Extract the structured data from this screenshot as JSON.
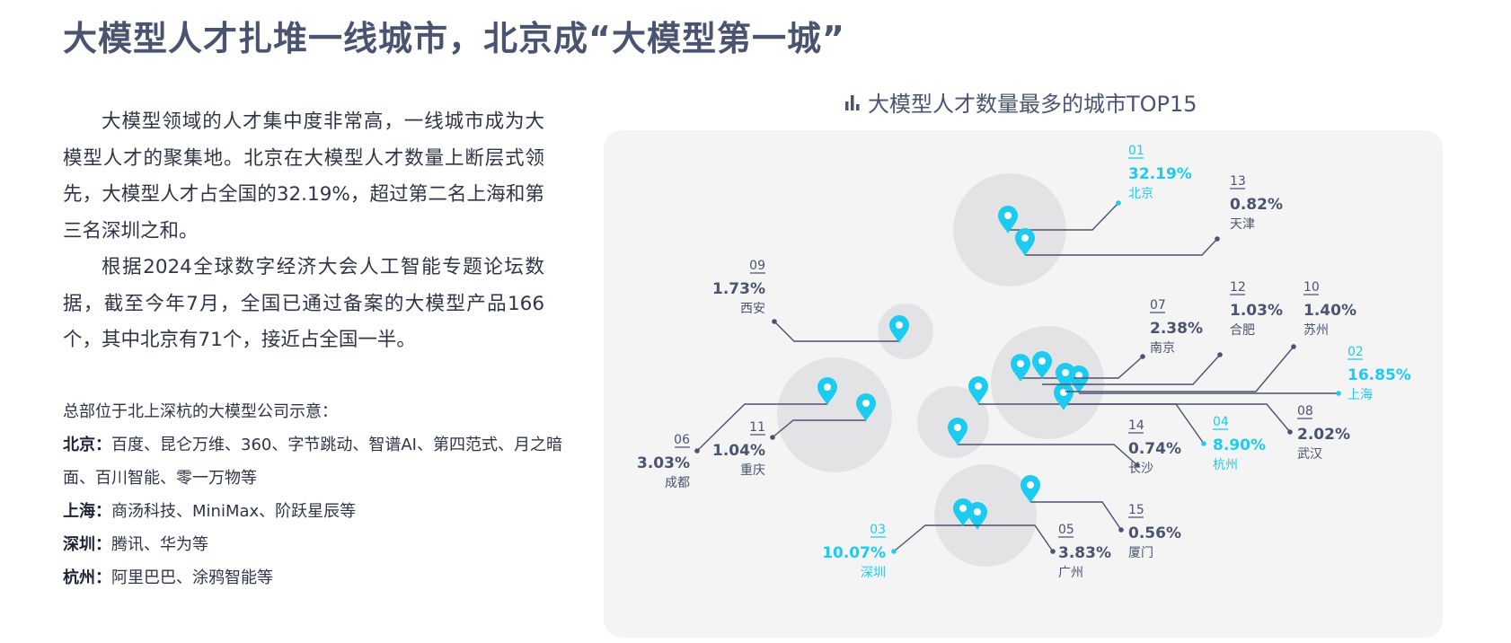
{
  "page": {
    "title": "大模型人才扎堆一线城市，北京成“大模型第一城”"
  },
  "intro": {
    "paragraph_1": "大模型领域的人才集中度非常高，一线城市成为大模型人才的聚集地。北京在大模型人才数量上断层式领先，大模型人才占全国的32.19%，超过第二名上海和第三名深圳之和。",
    "paragraph_2": "根据2024全球数字经济大会人工智能专题论坛数据，截至今年7月，全国已通过备案的大模型产品166个，其中北京有71个，接近占全国一半。"
  },
  "companies": {
    "heading": "总部位于北上深杭的大模型公司示意：",
    "rows": [
      {
        "city": "北京：",
        "list": "百度、昆仑万维、360、字节跳动、智谱AI、第四范式、月之暗面、百川智能、零一万物等"
      },
      {
        "city": "上海：",
        "list": "商汤科技、MiniMax、阶跃星辰等"
      },
      {
        "city": "深圳：",
        "list": "腾讯、华为等"
      },
      {
        "city": "杭州：",
        "list": "阿里巴巴、涂鸦智能等"
      }
    ]
  },
  "chart_data": {
    "type": "map",
    "title": "大模型人才数量最多的城市TOP15",
    "unit": "%",
    "entries": [
      {
        "rank": "01",
        "value": "32.19%",
        "city": "北京",
        "highlight": true
      },
      {
        "rank": "02",
        "value": "16.85%",
        "city": "上海",
        "highlight": true
      },
      {
        "rank": "03",
        "value": "10.07%",
        "city": "深圳",
        "highlight": true
      },
      {
        "rank": "04",
        "value": "8.90%",
        "city": "杭州",
        "highlight": true
      },
      {
        "rank": "05",
        "value": "3.83%",
        "city": "广州",
        "highlight": false
      },
      {
        "rank": "06",
        "value": "3.03%",
        "city": "成都",
        "highlight": false
      },
      {
        "rank": "07",
        "value": "2.38%",
        "city": "南京",
        "highlight": false
      },
      {
        "rank": "08",
        "value": "2.02%",
        "city": "武汉",
        "highlight": false
      },
      {
        "rank": "09",
        "value": "1.73%",
        "city": "西安",
        "highlight": false
      },
      {
        "rank": "10",
        "value": "1.40%",
        "city": "苏州",
        "highlight": false
      },
      {
        "rank": "11",
        "value": "1.04%",
        "city": "重庆",
        "highlight": false
      },
      {
        "rank": "12",
        "value": "1.03%",
        "city": "合肥",
        "highlight": false
      },
      {
        "rank": "13",
        "value": "0.82%",
        "city": "天津",
        "highlight": false
      },
      {
        "rank": "14",
        "value": "0.74%",
        "city": "长沙",
        "highlight": false
      },
      {
        "rank": "15",
        "value": "0.56%",
        "city": "厦门",
        "highlight": false
      }
    ]
  },
  "colors": {
    "highlight": "#1ccbf0",
    "normal": "#4a5370",
    "pin": "#1ccbf0",
    "cluster": "#e3e3e5",
    "panel": "#f4f4f5"
  }
}
